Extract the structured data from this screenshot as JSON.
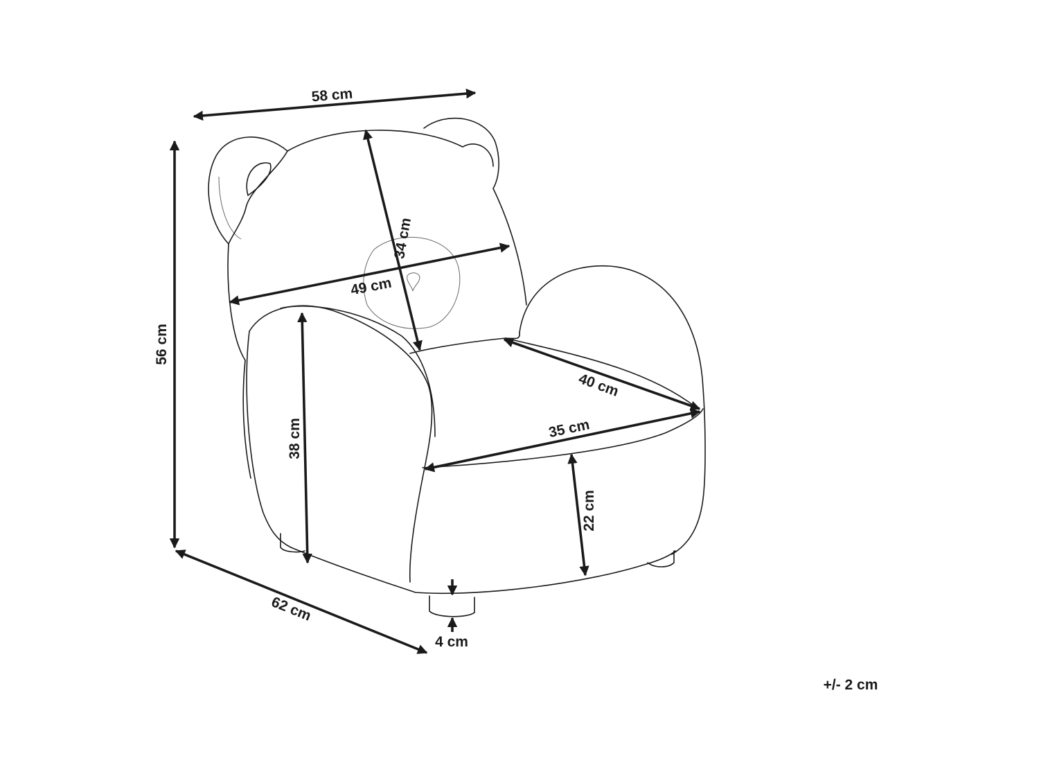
{
  "diagram": {
    "dimensions": {
      "width": "58 cm",
      "height": "56 cm",
      "depth": "62 cm",
      "backrest_height": "34 cm",
      "backrest_width": "49 cm",
      "seat_depth": "40 cm",
      "seat_width": "35 cm",
      "armrest_height": "38 cm",
      "seat_height": "22 cm",
      "leg_height": "4 cm"
    },
    "tolerance": "+/- 2 cm"
  }
}
